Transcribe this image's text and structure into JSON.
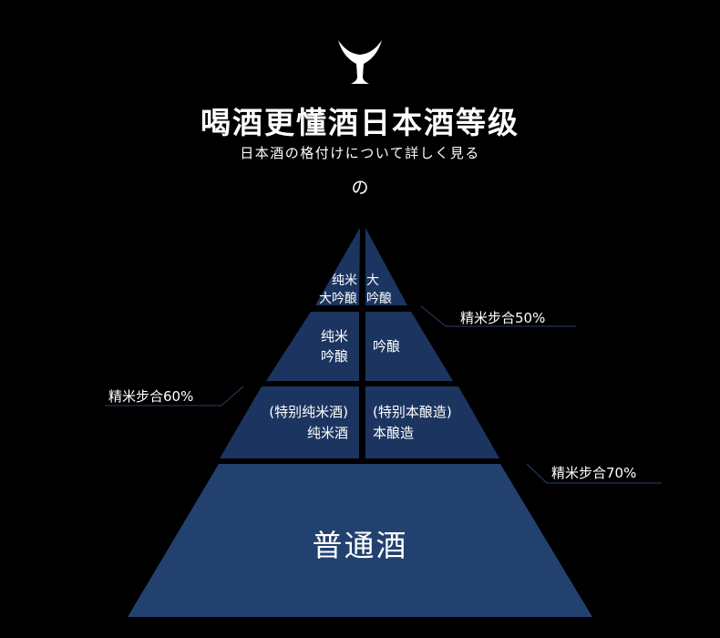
{
  "header": {
    "logo_icon": "sake-cup-logo-icon",
    "title": "喝酒更懂酒日本酒等级",
    "subtitle": "日本酒の格付けについて詳しく見る",
    "subtitle_char": "の"
  },
  "pyramid": {
    "tier1": {
      "left": "纯米\n大吟酿",
      "right": "大\n吟酿"
    },
    "tier2": {
      "left": "纯米\n吟酿",
      "right": "吟酿"
    },
    "tier3": {
      "left": "(特别纯米酒)\n纯米酒",
      "right": "(特别本酿造)\n本酿造"
    },
    "base": "普通酒"
  },
  "markers": {
    "p50": "精米步合50%",
    "p60": "精米步合60%",
    "p70": "精米步合70%"
  },
  "colors": {
    "background": "#000000",
    "tier": "#1c3560",
    "base": "#22416f",
    "line": "#2a3f6b"
  }
}
